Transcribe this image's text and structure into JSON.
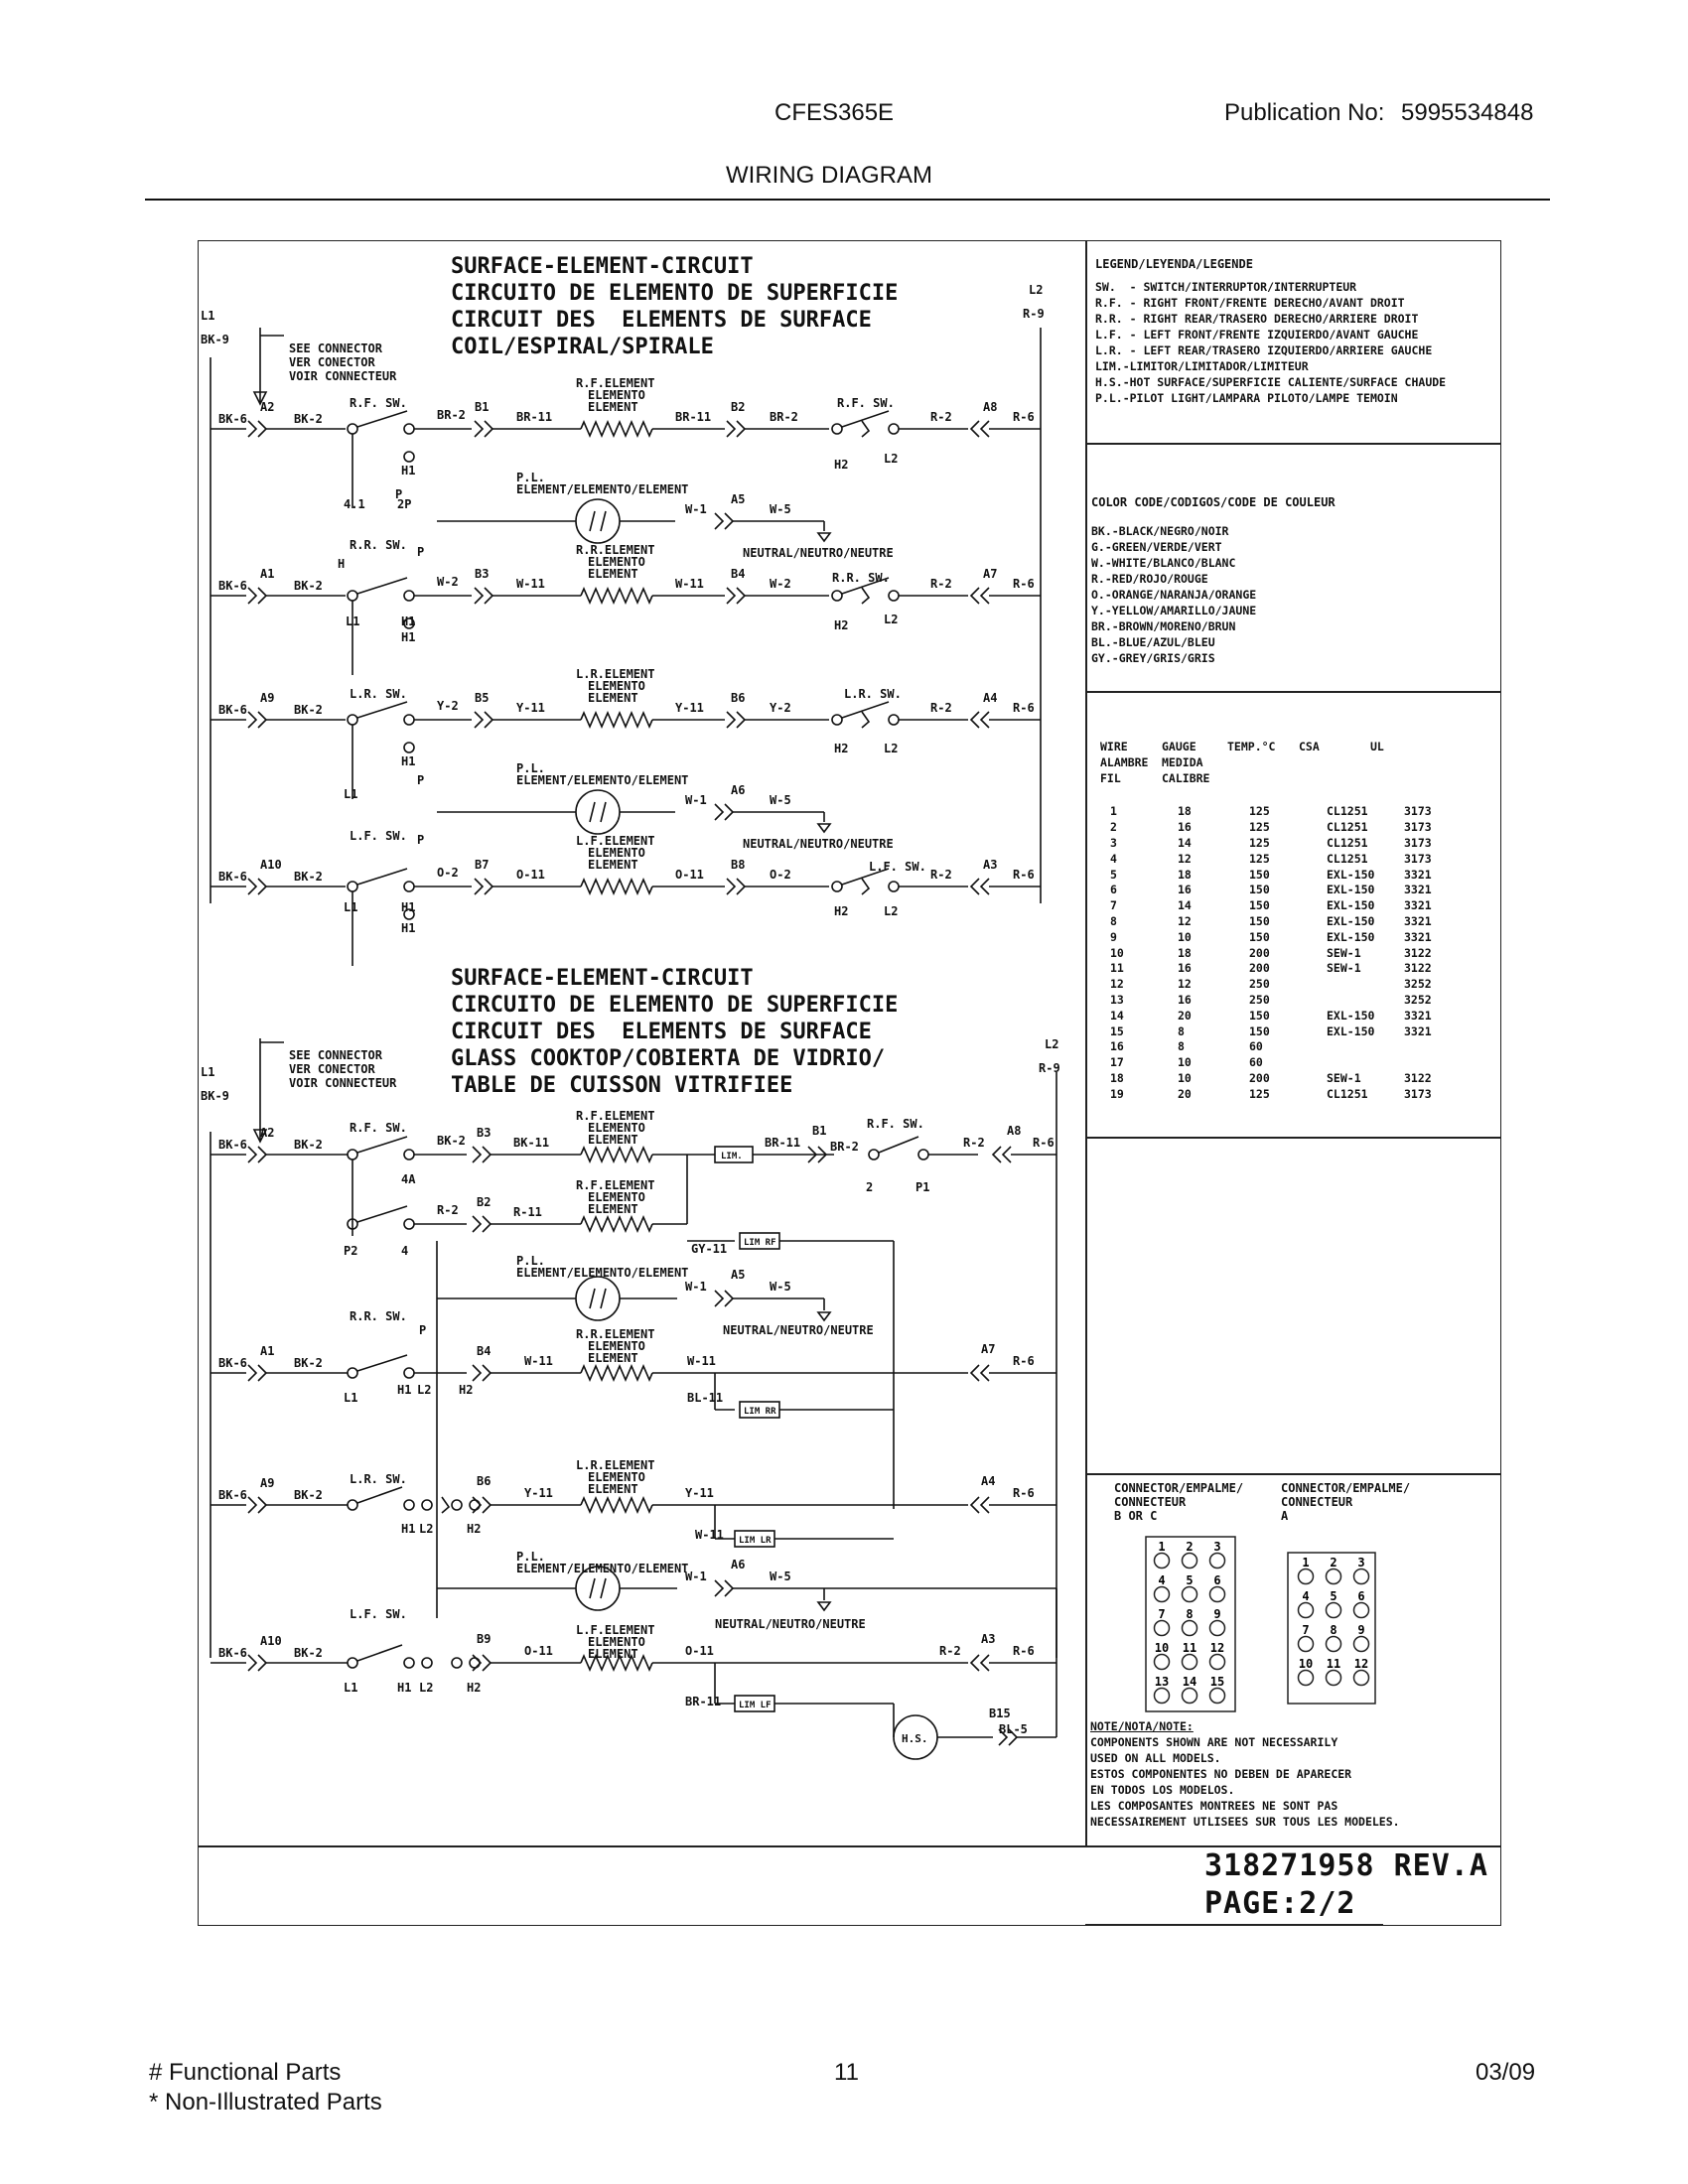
{
  "header": {
    "model": "CFES365E",
    "publication_label": "Publication No:",
    "publication_no": "5995534848",
    "title": "WIRING DIAGRAM"
  },
  "section_coil": {
    "lines": [
      "SURFACE-ELEMENT-CIRCUIT",
      "CIRCUITO DE ELEMENTO DE SUPERFICIE",
      "CIRCUIT DES  ELEMENTS DE SURFACE",
      "COIL/ESPIRAL/SPIRALE"
    ],
    "see_connector": [
      "SEE CONNECTOR",
      "VER CONECTOR",
      "VOIR CONNECTEUR"
    ]
  },
  "section_glass": {
    "lines": [
      "SURFACE-ELEMENT-CIRCUIT",
      "CIRCUITO DE ELEMENTO DE SUPERFICIE",
      "CIRCUIT DES  ELEMENTS DE SURFACE",
      "GLASS COOKTOP/COBIERTA DE VIDRIO/",
      "TABLE DE CUISSON VITRIFIEE"
    ],
    "see_connector": [
      "SEE CONNECTOR",
      "VER CONECTOR",
      "VOIR CONNECTEUR"
    ]
  },
  "legend": {
    "title": "LEGEND/LEYENDA/LEGENDE",
    "items": [
      "SW.  - SWITCH/INTERRUPTOR/INTERRUPTEUR",
      "R.F. - RIGHT FRONT/FRENTE DERECHO/AVANT DROIT",
      "R.R. - RIGHT REAR/TRASERO DERECHO/ARRIERE DROIT",
      "L.F. - LEFT FRONT/FRENTE IZQUIERDO/AVANT GAUCHE",
      "L.R. - LEFT REAR/TRASERO IZQUIERDO/ARRIERE GAUCHE",
      "LIM.-LIMITOR/LIMITADOR/LIMITEUR",
      "H.S.-HOT SURFACE/SUPERFICIE CALIENTE/SURFACE CHAUDE",
      "P.L.-PILOT LIGHT/LAMPARA PILOTO/LAMPE TEMOIN"
    ]
  },
  "color_code": {
    "title": "COLOR CODE/CODIGOS/CODE DE COULEUR",
    "items": [
      "BK.-BLACK/NEGRO/NOIR",
      "G.-GREEN/VERDE/VERT",
      "W.-WHITE/BLANCO/BLANC",
      "R.-RED/ROJO/ROUGE",
      "O.-ORANGE/NARANJA/ORANGE",
      "Y.-YELLOW/AMARILLO/JAUNE",
      "BR.-BROWN/MORENO/BRUN",
      "BL.-BLUE/AZUL/BLEU",
      "GY.-GREY/GRIS/GRIS"
    ]
  },
  "wire_table": {
    "headers": [
      [
        "WIRE",
        "ALAMBRE",
        "FIL"
      ],
      [
        "GAUGE",
        "MEDIDA",
        "CALIBRE"
      ],
      [
        "TEMP.°C"
      ],
      [
        "CSA"
      ],
      [
        "UL"
      ]
    ],
    "rows": [
      [
        "1",
        "18",
        "125",
        "CL1251",
        "3173"
      ],
      [
        "2",
        "16",
        "125",
        "CL1251",
        "3173"
      ],
      [
        "3",
        "14",
        "125",
        "CL1251",
        "3173"
      ],
      [
        "4",
        "12",
        "125",
        "CL1251",
        "3173"
      ],
      [
        "5",
        "18",
        "150",
        "EXL-150",
        "3321"
      ],
      [
        "6",
        "16",
        "150",
        "EXL-150",
        "3321"
      ],
      [
        "7",
        "14",
        "150",
        "EXL-150",
        "3321"
      ],
      [
        "8",
        "12",
        "150",
        "EXL-150",
        "3321"
      ],
      [
        "9",
        "10",
        "150",
        "EXL-150",
        "3321"
      ],
      [
        "10",
        "18",
        "200",
        "SEW-1",
        "3122"
      ],
      [
        "11",
        "16",
        "200",
        "SEW-1",
        "3122"
      ],
      [
        "12",
        "12",
        "250",
        "",
        "3252"
      ],
      [
        "13",
        "16",
        "250",
        "",
        "3252"
      ],
      [
        "14",
        "20",
        "150",
        "EXL-150",
        "3321"
      ],
      [
        "15",
        "8",
        "150",
        "EXL-150",
        "3321"
      ],
      [
        "16",
        "8",
        "60",
        "",
        ""
      ],
      [
        "17",
        "10",
        "60",
        "",
        ""
      ],
      [
        "18",
        "10",
        "200",
        "SEW-1",
        "3122"
      ],
      [
        "19",
        "20",
        "125",
        "CL1251",
        "3173"
      ]
    ]
  },
  "connectors": {
    "bc_label": [
      "CONNECTOR/EMPALME/",
      "CONNECTEUR",
      "B OR C"
    ],
    "a_label": [
      "CONNECTOR/EMPALME/",
      "CONNECTEUR",
      "A"
    ],
    "bc_pins": [
      "1",
      "2",
      "3",
      "4",
      "5",
      "6",
      "7",
      "8",
      "9",
      "10",
      "11",
      "12",
      "13",
      "14",
      "15"
    ],
    "a_pins": [
      "1",
      "2",
      "3",
      "4",
      "5",
      "6",
      "7",
      "8",
      "9",
      "10",
      "11",
      "12"
    ]
  },
  "note": {
    "lines": [
      "NOTE/NOTA/NOTE:",
      "COMPONENTS SHOWN ARE NOT NECESSARILY",
      "USED ON ALL MODELS.",
      "ESTOS COMPONENTES NO DEBEN DE APARECER",
      "EN TODOS LOS MODELOS.",
      "LES COMPOSANTES MONTREES NE SONT PAS",
      "NECESSAIREMENT UTLISEES SUR TOUS LES MODELES."
    ]
  },
  "title_block": {
    "drawing_no": "318271958 REV.A",
    "page": "PAGE:2/2"
  },
  "footer": {
    "functional": "# Functional Parts",
    "non_illustrated": "* Non-Illustrated Parts",
    "page_number": "11",
    "date": "03/09"
  },
  "schematic_labels": {
    "L1": "L1",
    "L2": "L2",
    "BK9": "BK-9",
    "R9": "R-9",
    "BK6": "BK-6",
    "BK2": "BK-2",
    "R2": "R-2",
    "R6": "R-6",
    "RFSW": "R.F. SW.",
    "RRSW": "R.R. SW.",
    "LRSW": "L.R. SW.",
    "LFSW": "L.F. SW.",
    "RFEL": [
      "R.F.ELEMENT",
      "ELEMENTO",
      "ELEMENT"
    ],
    "RREL": [
      "R.R.ELEMENT",
      "ELEMENTO",
      "ELEMENT"
    ],
    "LREL": [
      "L.R.ELEMENT",
      "ELEMENTO",
      "ELEMENT"
    ],
    "LFEL": [
      "L.F.ELEMENT",
      "ELEMENTO",
      "ELEMENT"
    ],
    "PL": [
      "P.L.",
      "ELEMENT/ELEMENTO/ELEMENT"
    ],
    "NEUTRAL": "NEUTRAL/NEUTRO/NEUTRE",
    "W1": "W-1",
    "W5": "W-5",
    "W2": "W-2",
    "W11": "W-11",
    "BR2": "BR-2",
    "BR11": "BR-11",
    "Y2": "Y-2",
    "Y11": "Y-11",
    "O2": "O-2",
    "O11": "O-11",
    "BK11": "BK-11",
    "R11": "R-11",
    "GY11": "GY-11",
    "BL11": "BL-11",
    "BL5": "BL-5",
    "LIM": "LIM.",
    "LIMRF": "LIM RF",
    "LIMRR": "LIM RR",
    "LIMLR": "LIM LR",
    "LIMLF": "LIM LF",
    "HS": "H.S.",
    "A1": "A1",
    "A2": "A2",
    "A3": "A3",
    "A4": "A4",
    "A5": "A5",
    "A6": "A6",
    "A7": "A7",
    "A8": "A8",
    "A9": "A9",
    "A10": "A10",
    "B1": "B1",
    "B2": "B2",
    "B3": "B3",
    "B4": "B4",
    "B5": "B5",
    "B6": "B6",
    "B7": "B7",
    "B8": "B8",
    "B9": "B9",
    "B15": "B15",
    "H1": "H1",
    "H2": "H2",
    "H": "H",
    "P": "P",
    "P1": "P1",
    "P2": "P2",
    "n4": "4",
    "n41": "4.1",
    "n2P": "2P",
    "n4A": "4A",
    "n2": "2",
    "L1s": "L1",
    "L2s": "L2"
  }
}
